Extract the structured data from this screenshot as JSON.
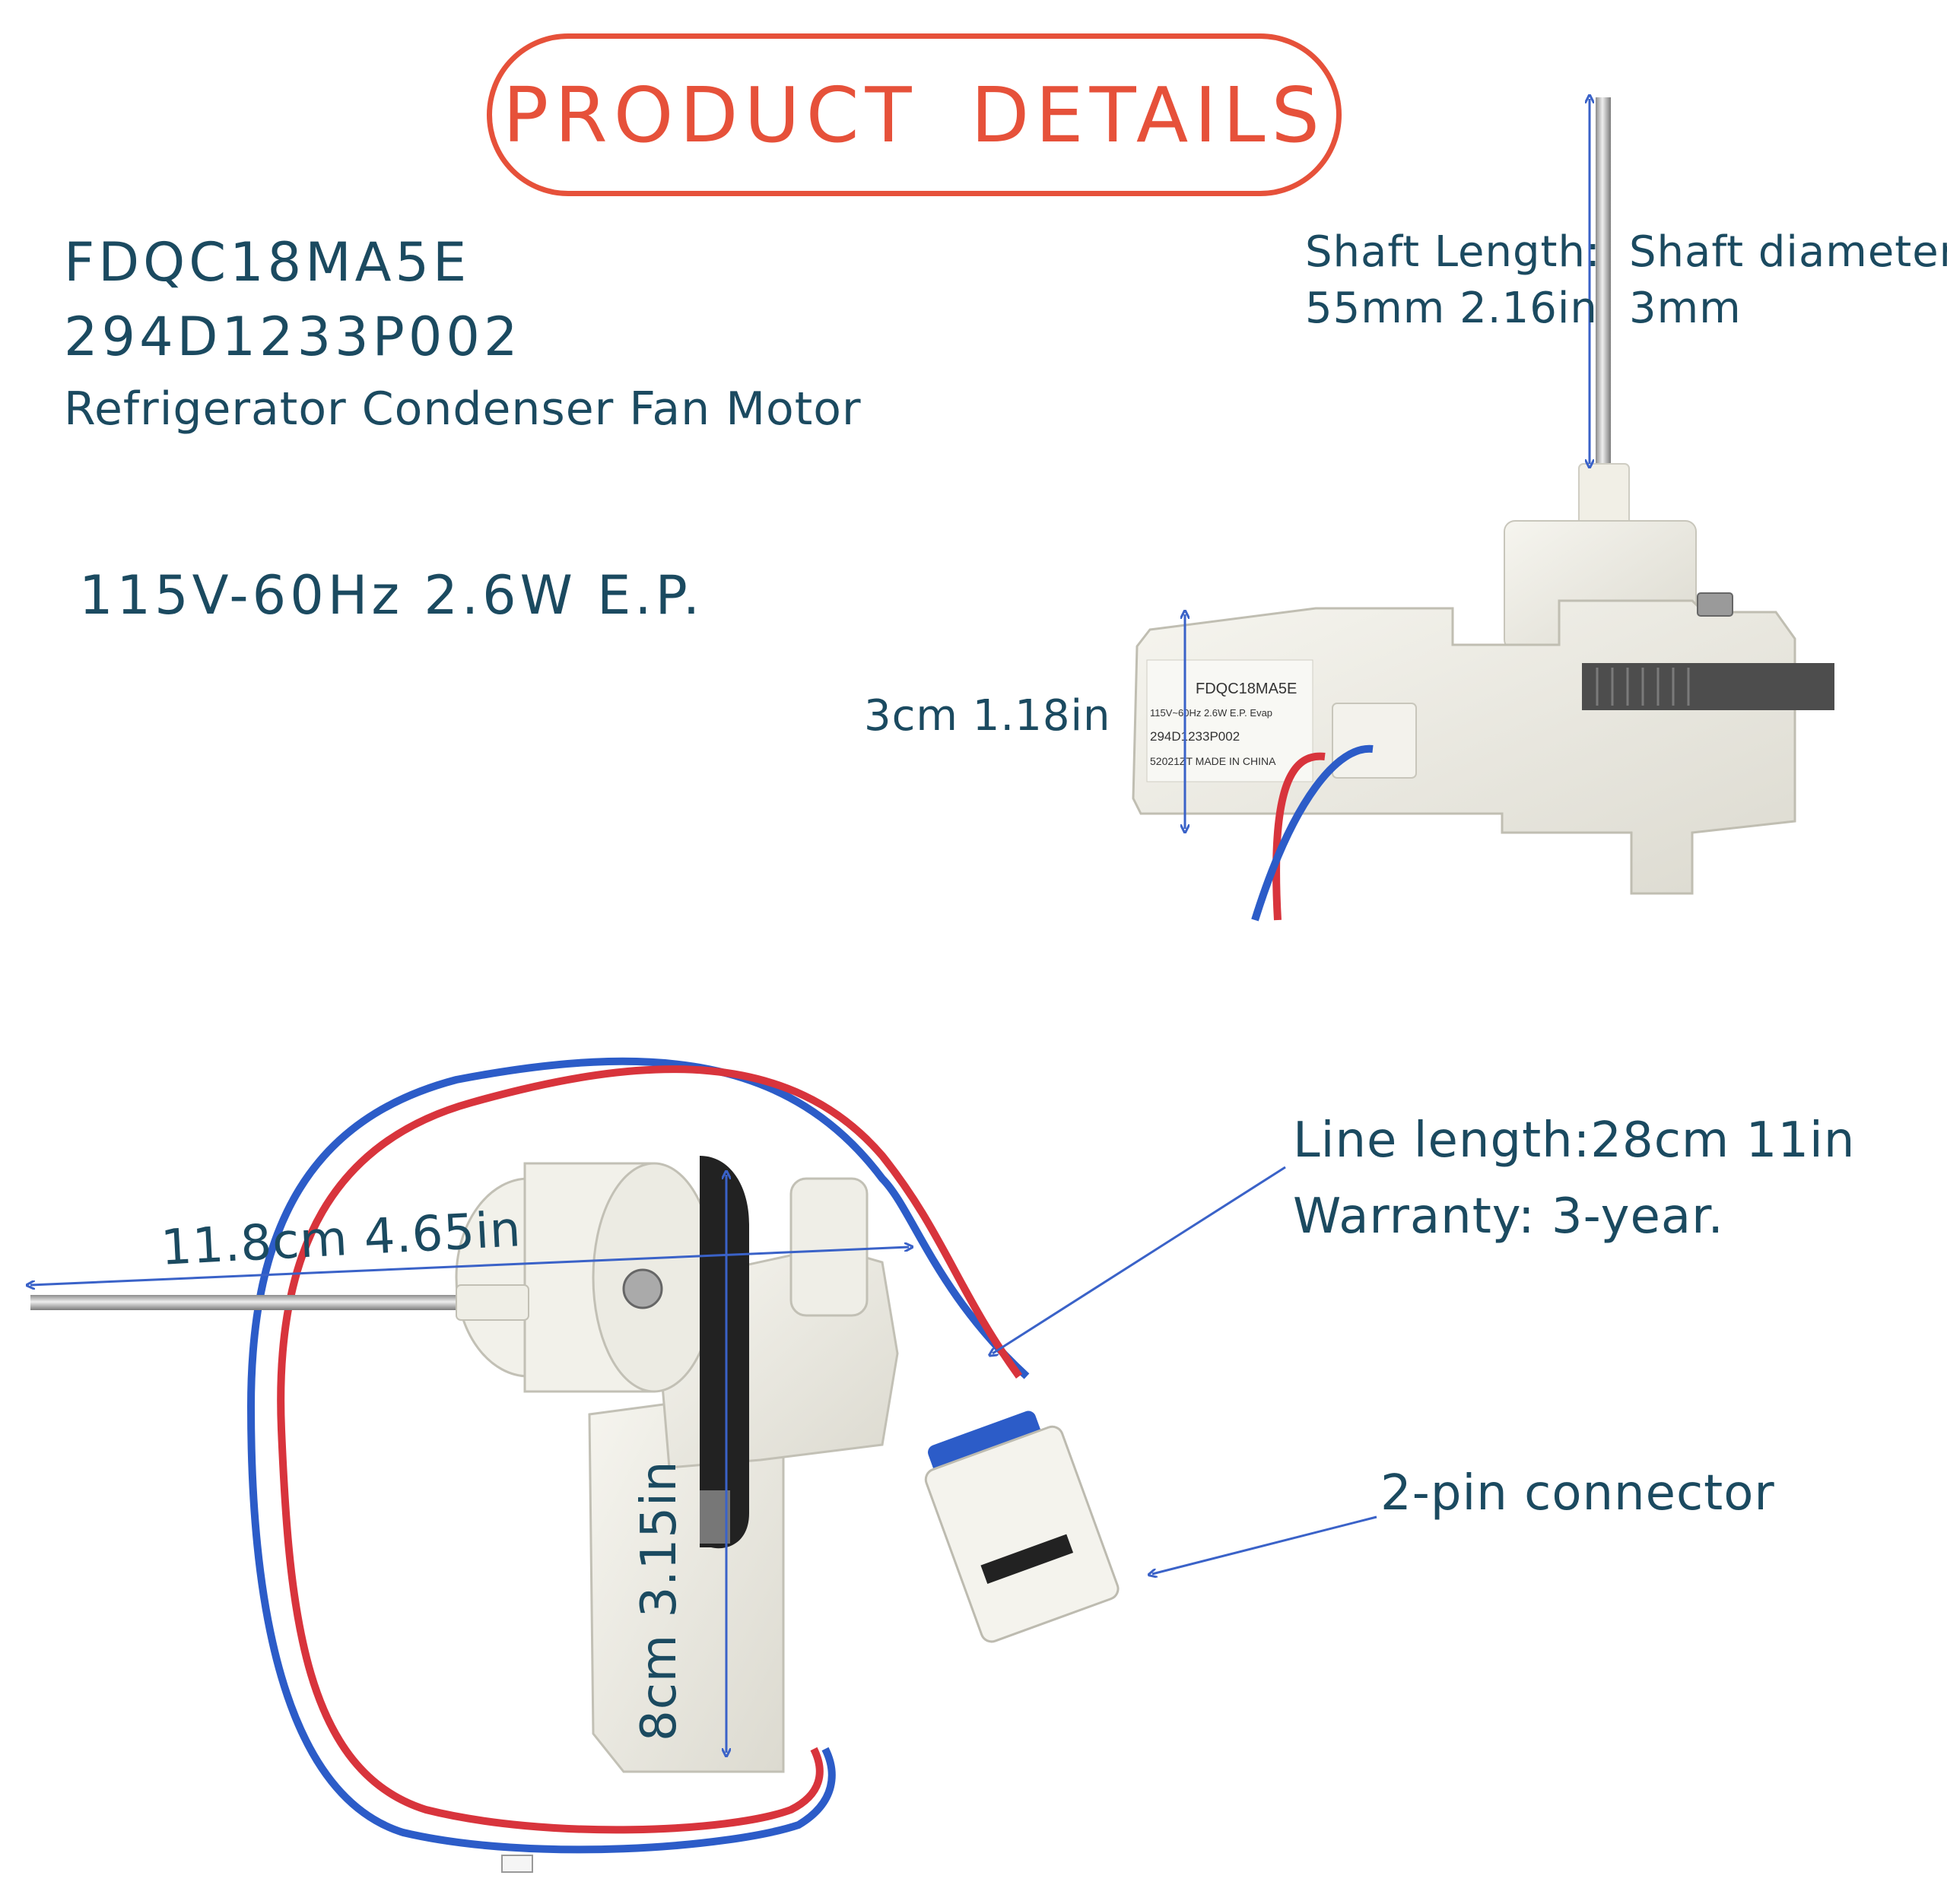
{
  "header": {
    "title": "PRODUCT DETAILS"
  },
  "product": {
    "model_1": "FDQC18MA5E",
    "model_2": "294D1233P002",
    "description": "Refrigerator Condenser Fan Motor",
    "rating": "115V-60Hz 2.6W E.P."
  },
  "top_view": {
    "shaft_length_label": "Shaft Length:",
    "shaft_length_value": "55mm 2.16in",
    "shaft_diameter_label": "Shaft diameter:",
    "shaft_diameter_value": "3mm",
    "height": "3cm 1.18in",
    "sticker": {
      "line_1": "FDQC18MA5E",
      "line_2": "115V~60Hz  2.6W  E.P.   Evap",
      "line_3": "294D1233P002",
      "line_4": "52021ZT     MADE IN CHINA"
    }
  },
  "bottom_view": {
    "width": "11.8cm 4.65in",
    "height": "8cm 3.15in",
    "line_length": "Line length:28cm 11in",
    "warranty": "Warranty: 3-year.",
    "connector": "2-pin connector"
  },
  "colors": {
    "accent": "#e6513a",
    "text": "#1b4a60",
    "dimension_line": "#3a62c8",
    "wire_red": "#d8343c",
    "wire_blue": "#2c5cc8",
    "motor_body": "#efeee7"
  }
}
